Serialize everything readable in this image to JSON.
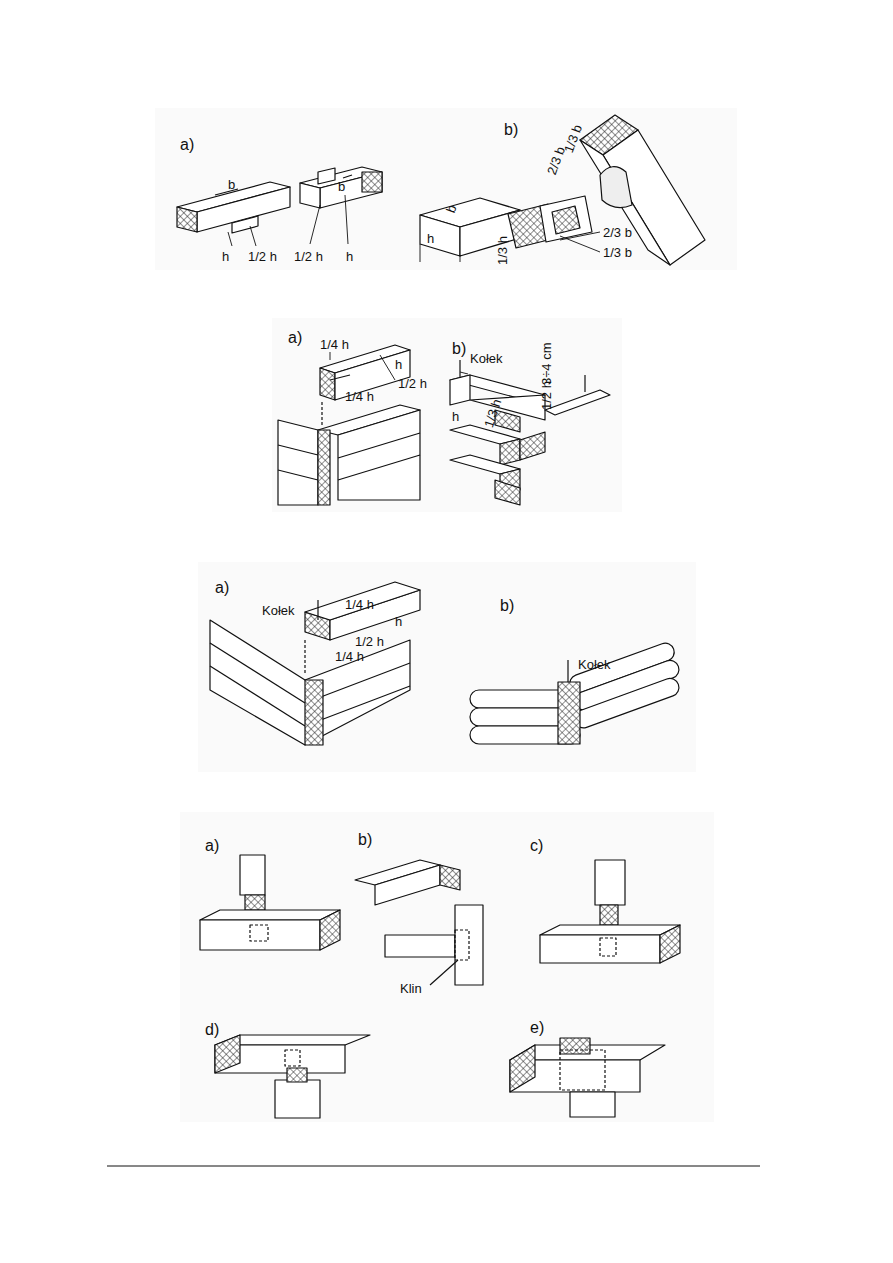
{
  "diagram": {
    "labels": [
      "a)",
      "b",
      "h",
      "1/2 h",
      "1/2 h",
      "b",
      "h",
      "b)",
      "b",
      "h",
      "1/3 h",
      "2/3 b",
      "1/3 b",
      "2/3 b",
      "1/3 b",
      "a)",
      "1/4 h",
      "h",
      "1/2 h",
      "1/4 h",
      "b)",
      "Kołek",
      "1/3 h",
      "h",
      "1/2 h",
      "3÷4 cm",
      "a)",
      "1/4 h",
      "Kołek",
      "h",
      "1/2 h",
      "1/4 h",
      "b)",
      "Kołek",
      "a)",
      "b)",
      "c)",
      "Klin",
      "d)",
      "e)"
    ]
  }
}
